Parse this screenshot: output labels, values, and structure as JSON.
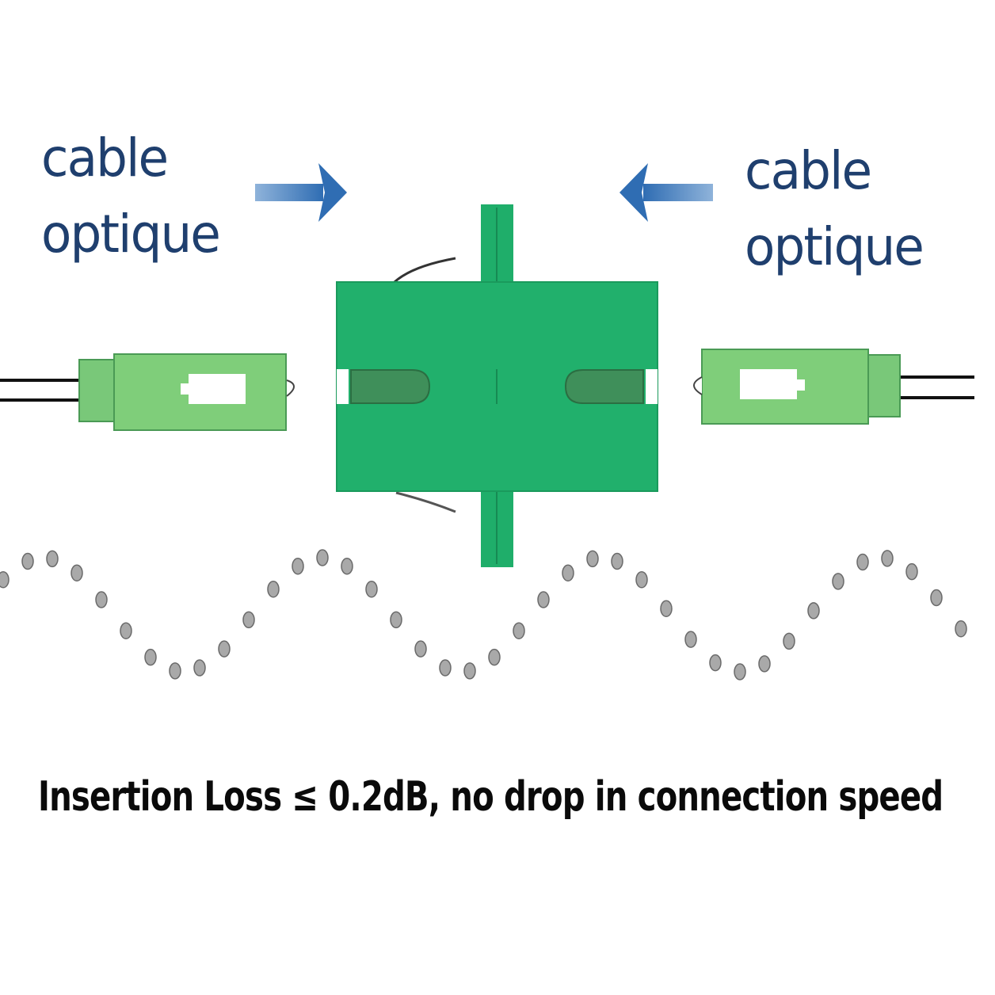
{
  "labels": {
    "left": {
      "line1": "cable",
      "line2": "optique"
    },
    "right": {
      "line1": "cable",
      "line2": "optique"
    }
  },
  "caption": "Insertion Loss ≤ 0.2dB, no drop in connection speed",
  "colors": {
    "adapter_green": "#1fae6a",
    "connector_green": "#7fce7a",
    "arrow_blue": "#3f7fc0",
    "label_blue": "#1f3f6e",
    "wave_dot": "#a9a9a9"
  },
  "icons": {
    "arrow_left": "arrow-right-icon",
    "arrow_right": "arrow-left-icon"
  }
}
